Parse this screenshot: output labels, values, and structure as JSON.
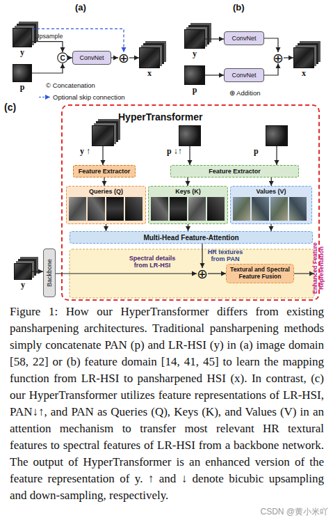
{
  "diagram": {
    "caption": "Figure 1: How our HyperTransformer differs from existing pansharpening architectures. Traditional pansharpening methods simply concatenate PAN (p) and LR-HSI (y) in (a) image domain [58, 22] or (b) feature domain [14, 41, 45] to learn the mapping function from LR-HSI to pansharpened HSI (x). In contrast, (c) our HyperTransformer utilizes feature representations of LR-HSI, PAN↓↑, and PAN as Queries (Q), Keys (K), and Values (V) in an attention mechanism to transfer most relevant HR textural features to spectral features of LR-HSI from a backbone network. The output of HyperTransformer is an enhanced version of the feature representation of y. ↑ and ↓ denote bicubic upsampling and down-sampling, respectively.",
    "nodes": [
      {
        "text": [
          "y"
        ]
      },
      {
        "text": [
          "p"
        ]
      },
      {
        "text": [
          "C"
        ]
      },
      {
        "text": [
          "ConvNet"
        ]
      },
      {
        "text": [
          "⊕"
        ]
      },
      {
        "text": [
          "x"
        ]
      },
      {
        "text": [
          "y"
        ]
      },
      {
        "text": [
          "p"
        ]
      },
      {
        "text": [
          "ConvNet"
        ]
      },
      {
        "text": [
          "ConvNet"
        ]
      },
      {
        "text": [
          "⊕"
        ]
      },
      {
        "text": [
          "x"
        ]
      },
      {
        "text": [
          "HyperTransformer"
        ]
      },
      {
        "text": [
          "y ↑"
        ],
        "in": 12
      },
      {
        "text": [
          "p ↓↑"
        ],
        "in": 12
      },
      {
        "text": [
          "p"
        ],
        "in": 12
      },
      {
        "text": [
          "Feature Extractor"
        ],
        "in": 12
      },
      {
        "text": [
          "Feature Extractor"
        ],
        "in": 12
      },
      {
        "text": [
          "Queries (Q)"
        ],
        "in": 12
      },
      {
        "text": [
          "Keys (K)"
        ],
        "in": 12
      },
      {
        "text": [
          "Values (V)"
        ],
        "in": 12
      },
      {
        "text": [
          "Multi-Head Feature-Attention"
        ],
        "in": 12
      },
      {
        "text": [
          "⊕"
        ],
        "in": 12
      },
      {
        "text": [
          "Textural and Spectral Feature Fusion"
        ],
        "in": 12
      },
      {
        "text": [
          "y"
        ]
      },
      {
        "text": [
          "Backbone"
        ]
      }
    ],
    "edges": [
      {
        "from": 0,
        "to": 2,
        "label": "Upsample",
        "arrow": "to"
      },
      {
        "from": 1,
        "to": 2,
        "arrow": "to"
      },
      {
        "from": 2,
        "to": 3,
        "arrow": "to"
      },
      {
        "from": 3,
        "to": 4,
        "arrow": "to"
      },
      {
        "from": 4,
        "to": 5,
        "arrow": "to"
      },
      {
        "from": 0,
        "to": 4,
        "arrow": "to"
      },
      {
        "from": 6,
        "to": 8,
        "arrow": "to"
      },
      {
        "from": 7,
        "to": 9,
        "arrow": "to"
      },
      {
        "from": 8,
        "to": 10,
        "arrow": "to"
      },
      {
        "from": 9,
        "to": 10,
        "arrow": "to"
      },
      {
        "from": 10,
        "to": 11,
        "arrow": "to"
      },
      {
        "from": 13,
        "to": 16,
        "arrow": "to"
      },
      {
        "from": 14,
        "to": 17,
        "arrow": "to"
      },
      {
        "from": 15,
        "to": 17,
        "arrow": "to"
      },
      {
        "from": 16,
        "to": 18,
        "arrow": "to"
      },
      {
        "from": 17,
        "to": 19,
        "arrow": "to"
      },
      {
        "from": 17,
        "to": 20,
        "arrow": "to"
      },
      {
        "from": 18,
        "to": 21,
        "arrow": "to"
      },
      {
        "from": 19,
        "to": 21,
        "arrow": "to"
      },
      {
        "from": 20,
        "to": 21,
        "arrow": "to"
      },
      {
        "from": 21,
        "to": 22,
        "label": "HR textures from PAN",
        "arrow": "to"
      },
      {
        "from": 24,
        "to": 25,
        "arrow": "to"
      },
      {
        "from": 25,
        "to": 22,
        "label": "Spectral details from LR-HSI",
        "arrow": "to"
      },
      {
        "from": 22,
        "to": 23,
        "arrow": "to"
      }
    ],
    "labels": [
      "(a)",
      "(b)",
      "(c)",
      "Enhanced Feature Representation",
      "CSDN @黄小米吖"
    ],
    "legend": [
      {
        "text": "© Concatenation"
      },
      {
        "text": "Optional skip connection"
      },
      {
        "text": "⊕ Addition"
      }
    ]
  }
}
